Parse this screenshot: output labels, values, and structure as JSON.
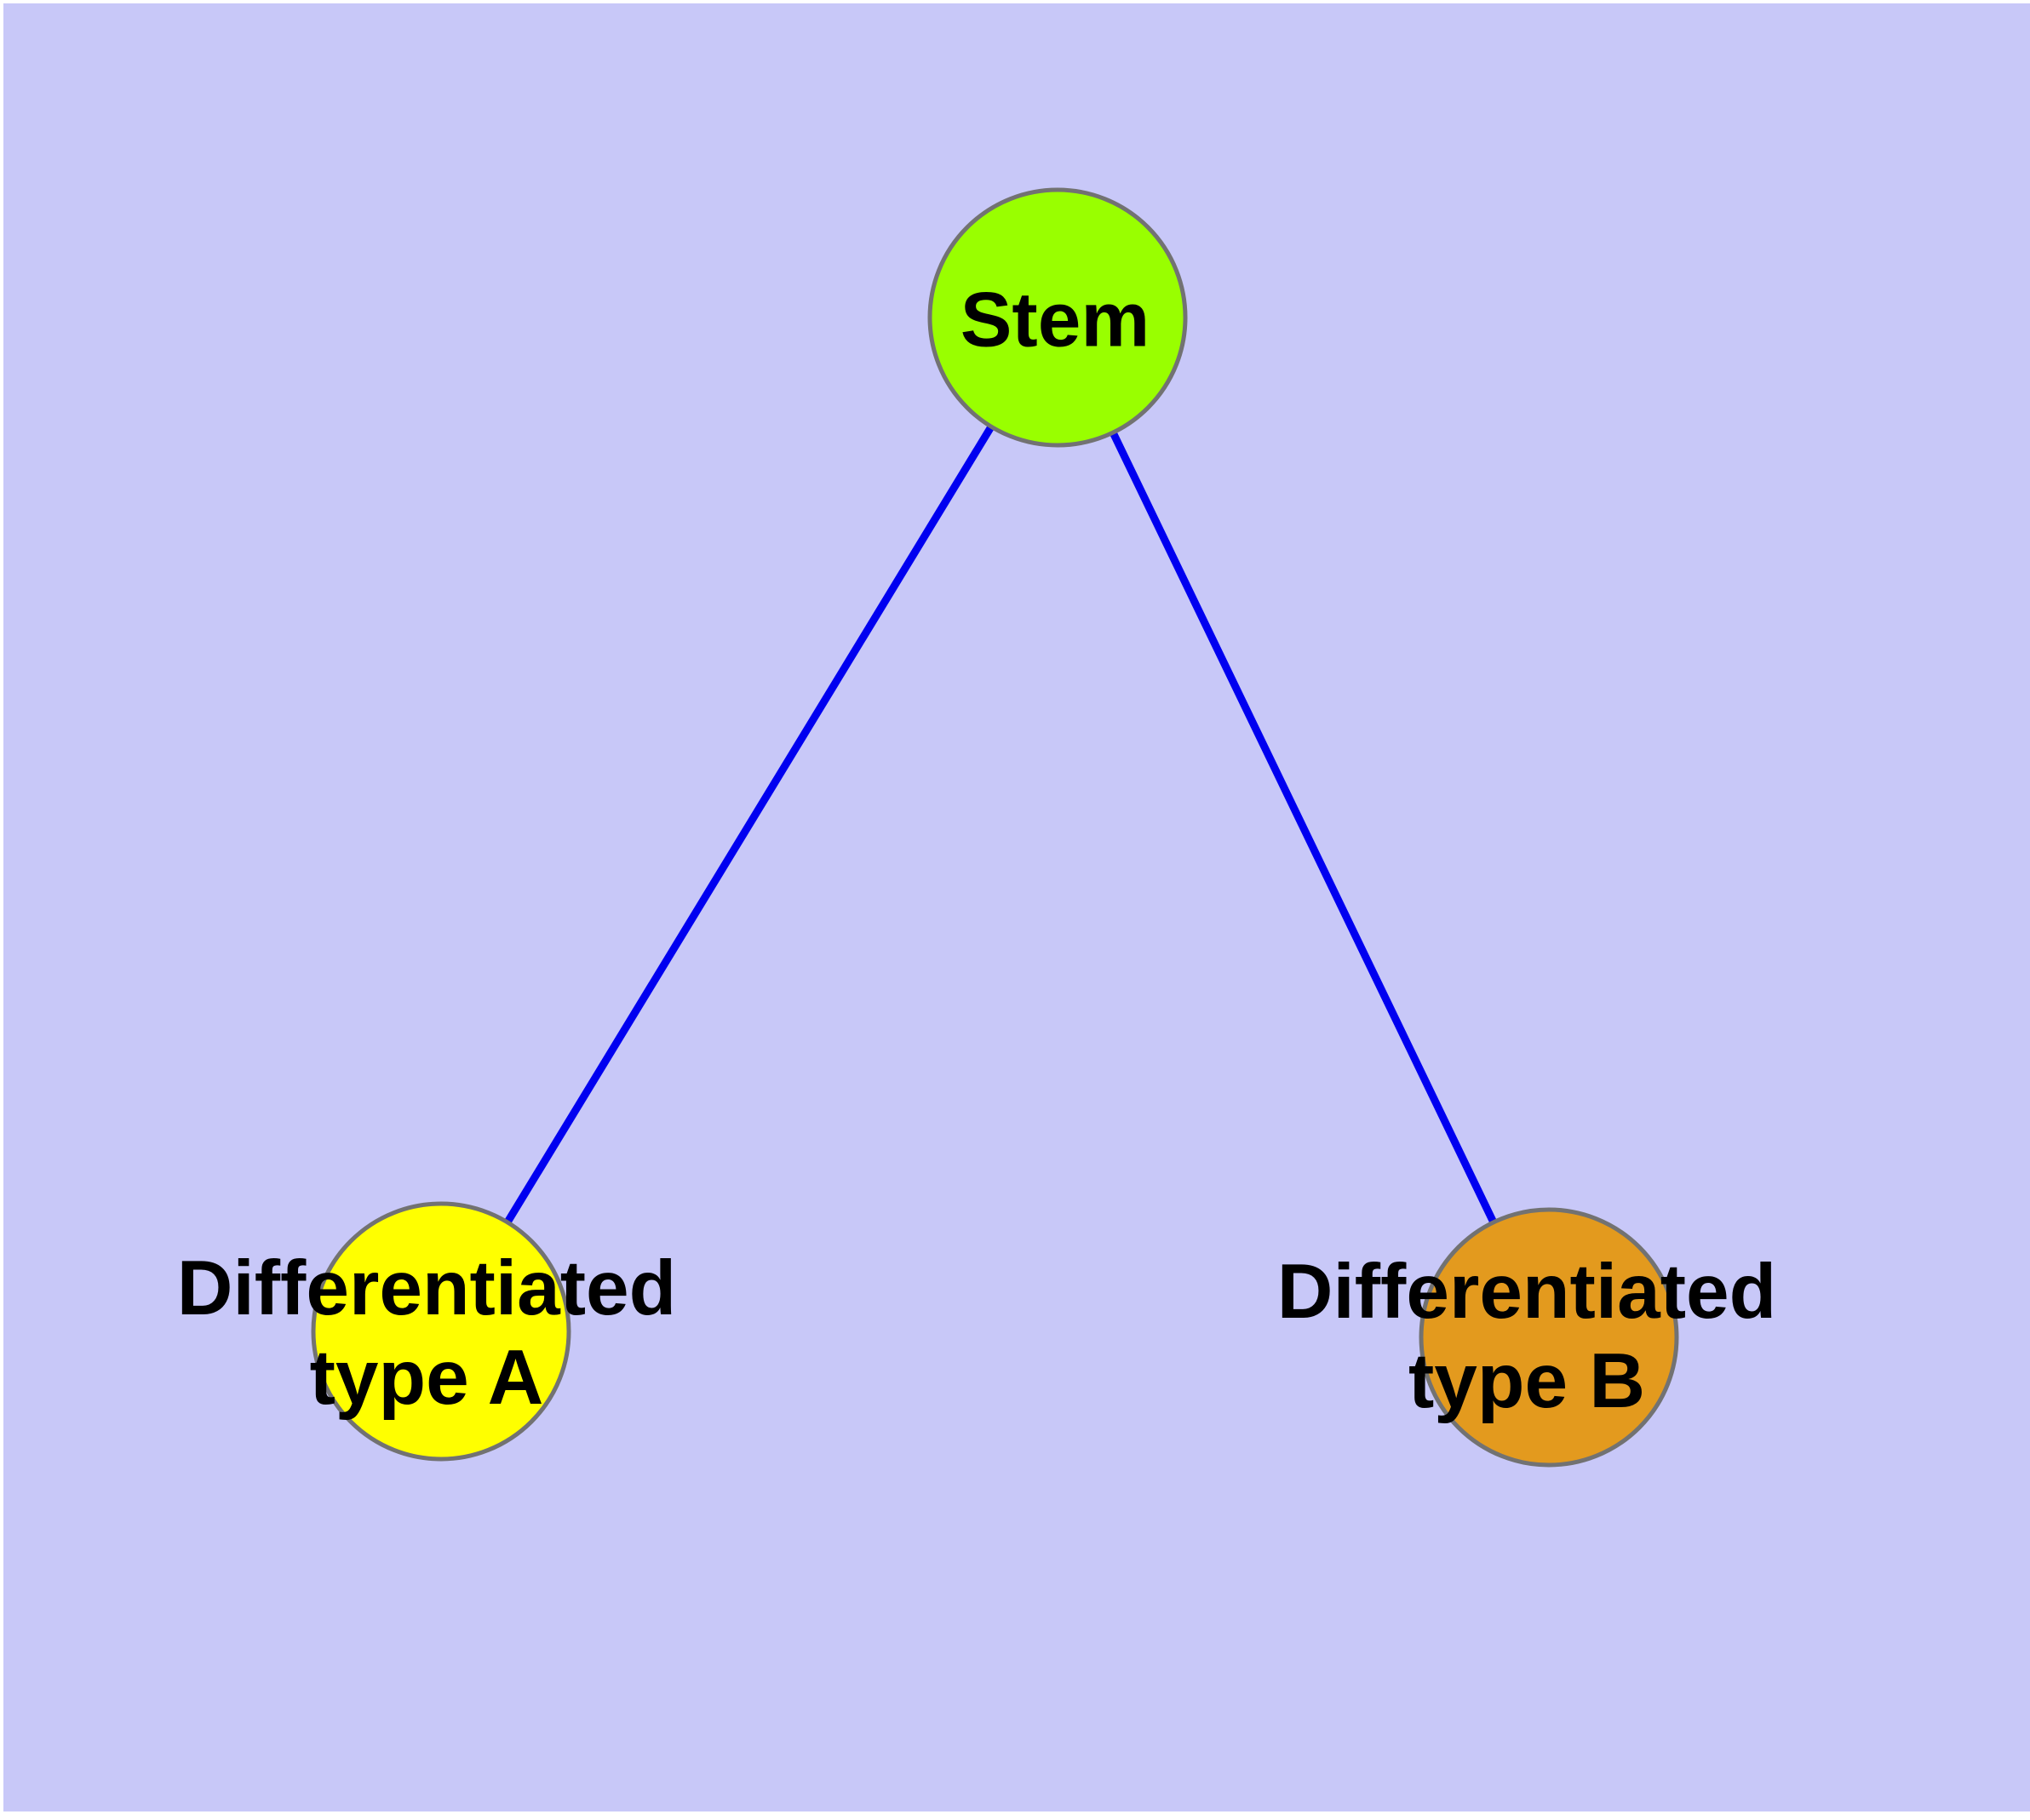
{
  "diagram": {
    "type": "graph",
    "colors": {
      "background": "#C8C8F8",
      "edge": "#0000F0",
      "node_border": "#727272"
    },
    "nodes": {
      "stem": {
        "label": "Stem",
        "color": "#99FF00"
      },
      "type_a": {
        "label_line1": "Differentiated",
        "label_line2": "type A",
        "color": "#FFFF00"
      },
      "type_b": {
        "label_line1": "Differentiated",
        "label_line2": "type B",
        "color": "#E39A1E"
      }
    },
    "edges": [
      {
        "from": "Stem",
        "to": "Differentiated type A"
      },
      {
        "from": "Stem",
        "to": "Differentiated type B"
      }
    ]
  }
}
